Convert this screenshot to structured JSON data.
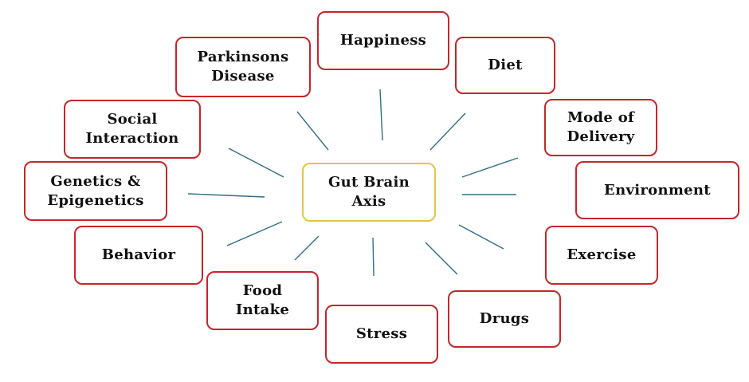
{
  "diagram": {
    "center": {
      "label": "Gut Brain\nAxis",
      "border_color": "#e3c44a"
    },
    "factors": [
      {
        "id": "happiness",
        "label": "Happiness"
      },
      {
        "id": "diet",
        "label": "Diet"
      },
      {
        "id": "mode-of-delivery",
        "label": "Mode of\nDelivery"
      },
      {
        "id": "environment",
        "label": "Environment"
      },
      {
        "id": "exercise",
        "label": "Exercise"
      },
      {
        "id": "drugs",
        "label": "Drugs"
      },
      {
        "id": "stress",
        "label": "Stress"
      },
      {
        "id": "food-intake",
        "label": "Food\nIntake"
      },
      {
        "id": "behavior",
        "label": "Behavior"
      },
      {
        "id": "genetics-epigenetics",
        "label": "Genetics &\nEpigenetics"
      },
      {
        "id": "social-interaction",
        "label": "Social\nInteraction"
      },
      {
        "id": "parkinsons-disease",
        "label": "Parkinsons\nDisease"
      }
    ],
    "box_border_color": "#c4262b",
    "spoke_color": "#2e6f86"
  }
}
